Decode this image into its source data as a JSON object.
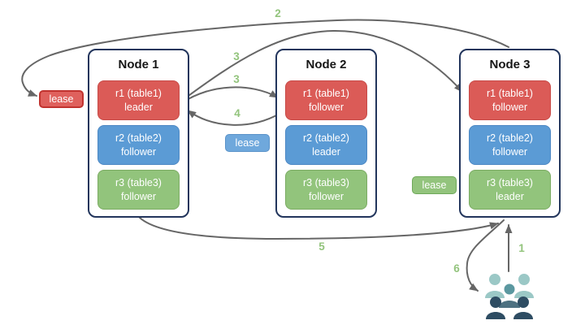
{
  "diagram": {
    "nodes": [
      {
        "title": "Node 1",
        "replicas": [
          {
            "line1": "r1 (table1)",
            "line2": "leader",
            "color": "red"
          },
          {
            "line1": "r2 (table2)",
            "line2": "follower",
            "color": "blue"
          },
          {
            "line1": "r3 (table3)",
            "line2": "follower",
            "color": "green"
          }
        ]
      },
      {
        "title": "Node 2",
        "replicas": [
          {
            "line1": "r1 (table1)",
            "line2": "follower",
            "color": "red"
          },
          {
            "line1": "r2 (table2)",
            "line2": "leader",
            "color": "blue"
          },
          {
            "line1": "r3 (table3)",
            "line2": "follower",
            "color": "green"
          }
        ]
      },
      {
        "title": "Node 3",
        "replicas": [
          {
            "line1": "r1 (table1)",
            "line2": "follower",
            "color": "red"
          },
          {
            "line1": "r2 (table2)",
            "line2": "follower",
            "color": "blue"
          },
          {
            "line1": "r3 (table3)",
            "line2": "leader",
            "color": "green"
          }
        ]
      }
    ],
    "leases": [
      {
        "label": "lease",
        "color": "red"
      },
      {
        "label": "lease",
        "color": "blue"
      },
      {
        "label": "lease",
        "color": "green"
      }
    ],
    "step_labels": [
      "1",
      "2",
      "3",
      "3",
      "4",
      "5",
      "6"
    ],
    "icons": {
      "users": "users-group-icon"
    },
    "colors": {
      "red_fill": "#db5b57",
      "red_border": "#c74a47",
      "blue_fill": "#5b9bd5",
      "blue_border": "#4d88c4",
      "green_fill": "#92c47c",
      "green_border": "#7bab63",
      "node_border": "#22355c",
      "arrow": "#666666",
      "step_label": "#93c47d",
      "lease_red_border": "#c1332f",
      "users_light_teal": "#9bc8c6",
      "users_mid_teal": "#5b98a0",
      "users_mid_body": "#4d7181",
      "users_dark_navy": "#2e4d63"
    }
  }
}
